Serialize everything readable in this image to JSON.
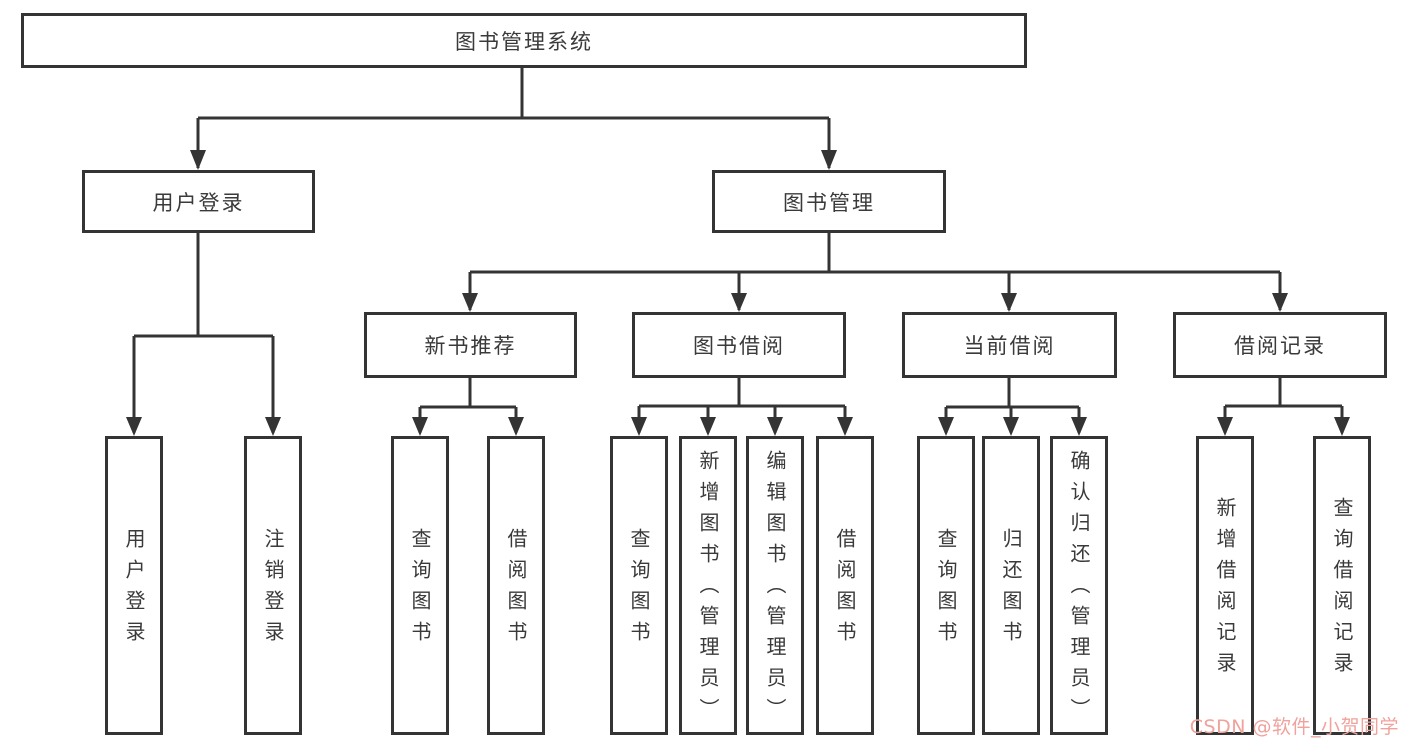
{
  "tree": {
    "root": {
      "label": "图书管理系统"
    },
    "branches": [
      {
        "label": "用户登录",
        "children": [
          {
            "label": "用户登录"
          },
          {
            "label": "注销登录"
          }
        ]
      },
      {
        "label": "图书管理",
        "children": [
          {
            "label": "新书推荐",
            "children": [
              {
                "label": "查询图书"
              },
              {
                "label": "借阅图书"
              }
            ]
          },
          {
            "label": "图书借阅",
            "children": [
              {
                "label": "查询图书"
              },
              {
                "label": "新增图书（管理员）"
              },
              {
                "label": "编辑图书（管理员）"
              },
              {
                "label": "借阅图书"
              }
            ]
          },
          {
            "label": "当前借阅",
            "children": [
              {
                "label": "查询图书"
              },
              {
                "label": "归还图书"
              },
              {
                "label": "确认归还（管理员）"
              }
            ]
          },
          {
            "label": "借阅记录",
            "children": [
              {
                "label": "新增借阅记录"
              },
              {
                "label": "查询借阅记录"
              }
            ]
          }
        ]
      }
    ]
  },
  "watermark": {
    "text": "CSDN @软件_小贺同学",
    "color": "#f0a29c"
  },
  "colors": {
    "line": "#343434",
    "box_border": "#343434",
    "text": "#3a3a3a",
    "background": "#ffffff"
  }
}
